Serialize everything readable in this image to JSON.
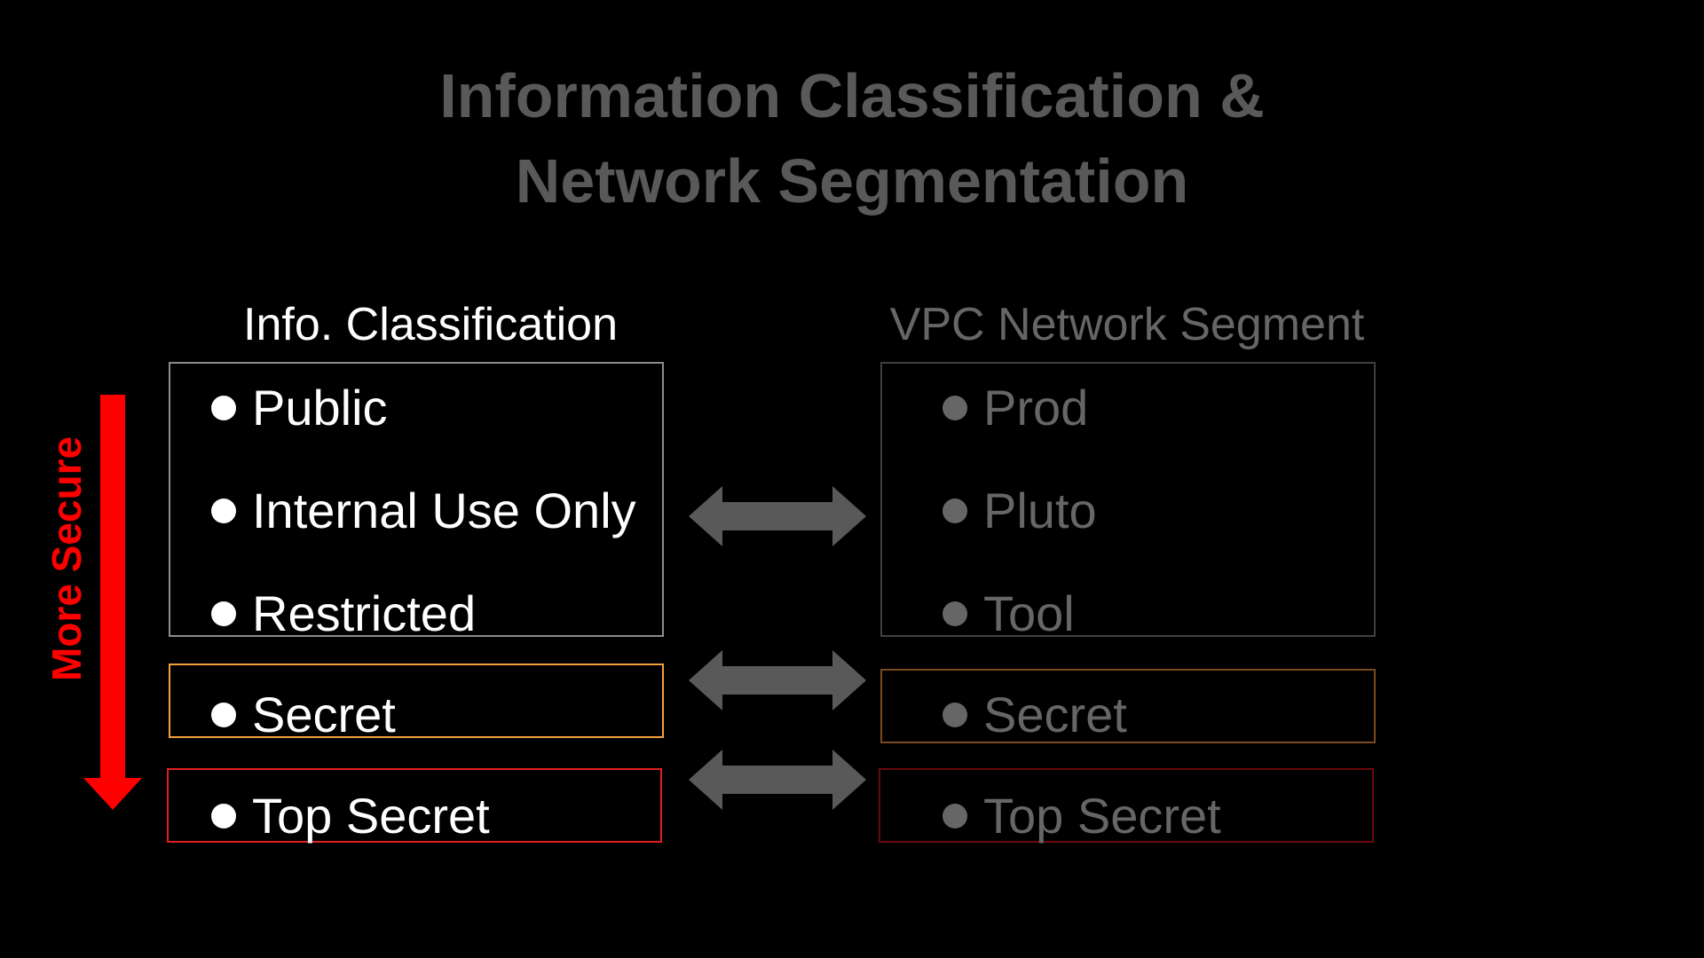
{
  "title": {
    "line1": "Information Classification &",
    "line2": "Network Segmentation"
  },
  "left_column": {
    "heading": "Info. Classification",
    "group_items": [
      "Public",
      "Internal Use Only",
      "Restricted"
    ],
    "secret": "Secret",
    "top_secret": "Top Secret"
  },
  "right_column": {
    "heading": "VPC Network Segment",
    "group_items": [
      "Prod",
      "Pluto",
      "Tool"
    ],
    "secret": "Secret",
    "top_secret": "Top Secret"
  },
  "security_arrow": {
    "label": "More Secure",
    "color": "#ff0000"
  },
  "colors": {
    "background": "#000000",
    "title": "#595959",
    "left_text": "#ffffff",
    "right_text": "#666666",
    "group_border_left": "#8c8c8c",
    "group_border_right": "#404040",
    "secret_border_left": "#f4a040",
    "secret_border_right": "#7a4a1e",
    "top_secret_border_left": "#e02020",
    "top_secret_border_right": "#6a0a0a",
    "double_arrow": "#595959"
  }
}
